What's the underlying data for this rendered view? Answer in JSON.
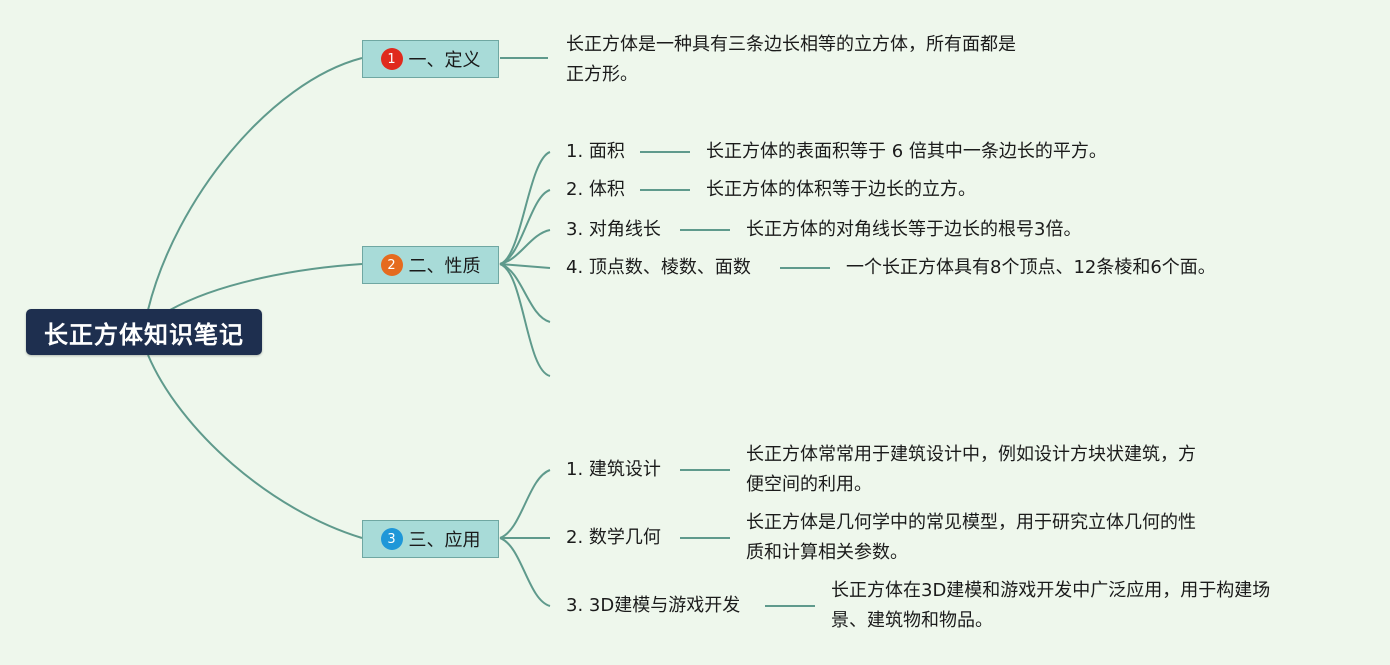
{
  "root": {
    "title": "长正方体知识笔记"
  },
  "branches": [
    {
      "badge": "1",
      "label": "一、定义",
      "definition_lines": [
        "长正方体是一种具有三条边长相等的立方体，所有面都是",
        "正方形。"
      ]
    },
    {
      "badge": "2",
      "label": "二、性质",
      "items": [
        {
          "label": "1. 面积",
          "detail": "长正方体的表面积等于 6 倍其中一条边长的平方。"
        },
        {
          "label": "2. 体积",
          "detail": "长正方体的体积等于边长的立方。"
        },
        {
          "label": "3. 对角线长",
          "detail": "长正方体的对角线长等于边长的根号3倍。"
        },
        {
          "label": "4. 顶点数、棱数、面数",
          "detail": "一个长正方体具有8个顶点、12条棱和6个面。"
        }
      ]
    },
    {
      "badge": "3",
      "label": "三、应用",
      "items": [
        {
          "label": "1. 建筑设计",
          "detail_lines": [
            "长正方体常常用于建筑设计中，例如设计方块状建筑，方",
            "便空间的利用。"
          ]
        },
        {
          "label": "2. 数学几何",
          "detail_lines": [
            "长正方体是几何学中的常见模型，用于研究立体几何的性",
            "质和计算相关参数。"
          ]
        },
        {
          "label": "3. 3D建模与游戏开发",
          "detail_lines": [
            "长正方体在3D建模和游戏开发中广泛应用，用于构建场",
            "景、建筑物和物品。"
          ]
        }
      ]
    }
  ],
  "colors": {
    "background": "#eef7ec",
    "root_fill": "#1e2f4f",
    "branch_fill": "#a8dbd8",
    "connector": "#5f9a8c",
    "badge_1": "#e02a1d",
    "badge_2": "#e56b1f",
    "badge_3": "#1f97d8"
  }
}
